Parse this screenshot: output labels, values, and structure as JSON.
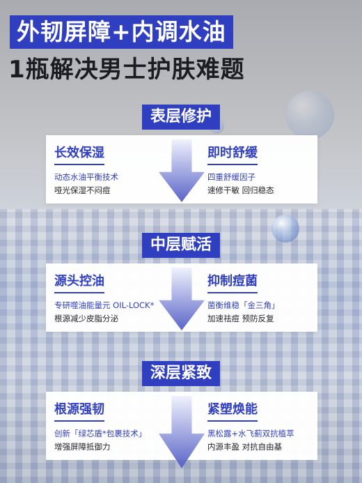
{
  "headline": {
    "line1": "外韧屏障+内调水油",
    "line2": "1瓶解决男士护肤难题"
  },
  "layers": [
    {
      "title": "表层修护",
      "left": {
        "title": "长效保湿",
        "line1": "动态水油平衡技术",
        "line2": "哑光保湿不闷痘"
      },
      "right": {
        "title": "即时舒缓",
        "line1": "四重舒缓因子",
        "line2": "速修干敏 回归稳态"
      }
    },
    {
      "title": "中层赋活",
      "left": {
        "title": "源头控油",
        "line1": "专研噬油能量元 OIL-LOCK*",
        "line2": "根源减少皮脂分泌"
      },
      "right": {
        "title": "抑制痘菌",
        "line1": "菌衡维稳「金三角」",
        "line2": "加速祛痘 预防反复"
      }
    },
    {
      "title": "深层紧致",
      "left": {
        "title": "根源强韧",
        "line1": "创新「绿芯盾*包裹技术」",
        "line2": "增强屏障抵御力"
      },
      "right": {
        "title": "紧塑焕能",
        "line1": "黑松露+水飞蓟双抗植萃",
        "line2": "内源丰盈 对抗自由基"
      }
    }
  ],
  "colors": {
    "accent": "#2f3fc0",
    "text": "#222228"
  }
}
